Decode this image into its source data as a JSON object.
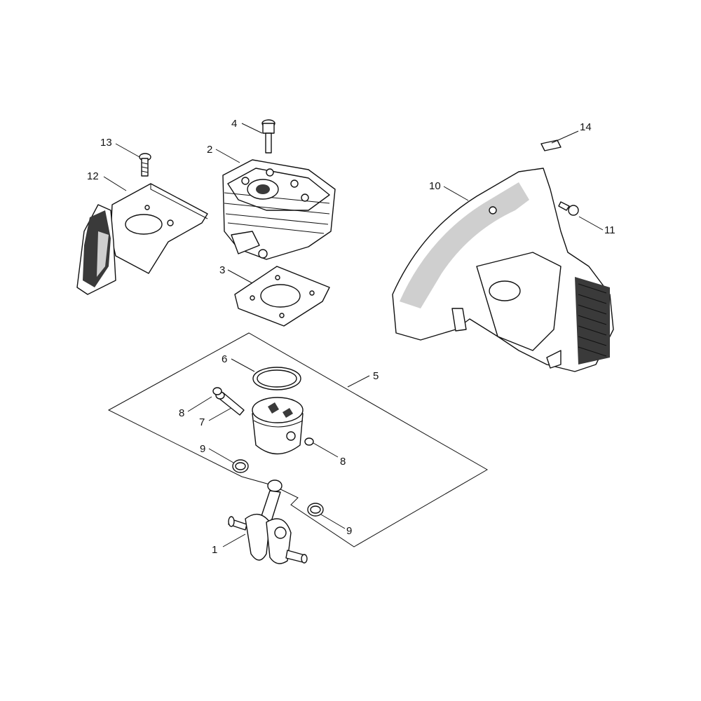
{
  "callouts": {
    "c1": "1",
    "c2": "2",
    "c3": "3",
    "c4": "4",
    "c5": "5",
    "c6": "6",
    "c7": "7",
    "c8a": "8",
    "c8b": "8",
    "c9a": "9",
    "c9b": "9",
    "c10": "10",
    "c11": "11",
    "c12": "12",
    "c13": "13",
    "c14": "14"
  }
}
